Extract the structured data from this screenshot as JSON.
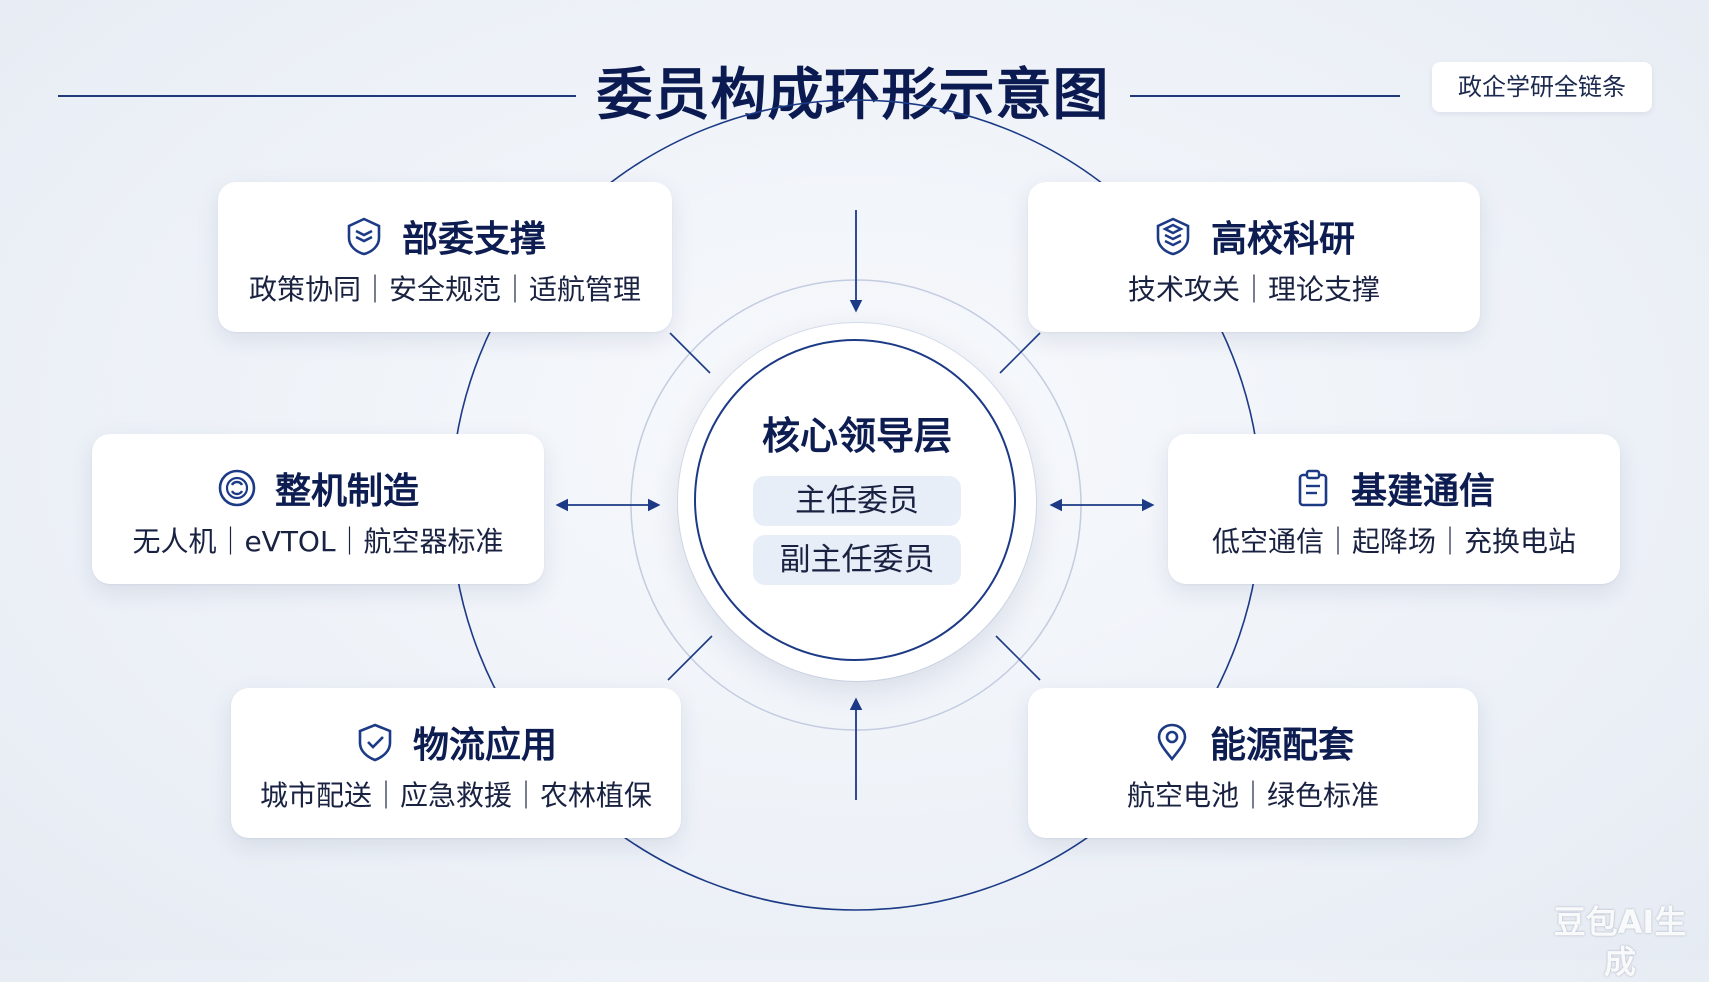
{
  "header": {
    "title": "委员构成环形示意图",
    "badge": "政企学研全链条"
  },
  "core": {
    "title": "核心领导层",
    "roles": [
      "主任委员",
      "副主任委员"
    ]
  },
  "nodes": [
    {
      "title": "部委支撑",
      "detail": "政策协同｜安全规范｜适航管理",
      "icon": "layers-shield-icon"
    },
    {
      "title": "高校科研",
      "detail": "技术攻关｜理论支撑",
      "icon": "layers-stack-icon"
    },
    {
      "title": "整机制造",
      "detail": "无人机｜eVTOL｜航空器标准",
      "icon": "rotor-circle-icon"
    },
    {
      "title": "基建通信",
      "detail": "低空通信｜起降场｜充换电站",
      "icon": "clipboard-icon"
    },
    {
      "title": "物流应用",
      "detail": "城市配送｜应急救援｜农林植保",
      "icon": "shield-check-icon"
    },
    {
      "title": "能源配套",
      "detail": "航空电池｜绿色标准",
      "icon": "location-pin-icon"
    }
  ],
  "watermark": "豆包AI生成",
  "colors": {
    "accent": "#1c3a86",
    "title": "#0b1b52",
    "pill": "#e8eef8"
  }
}
